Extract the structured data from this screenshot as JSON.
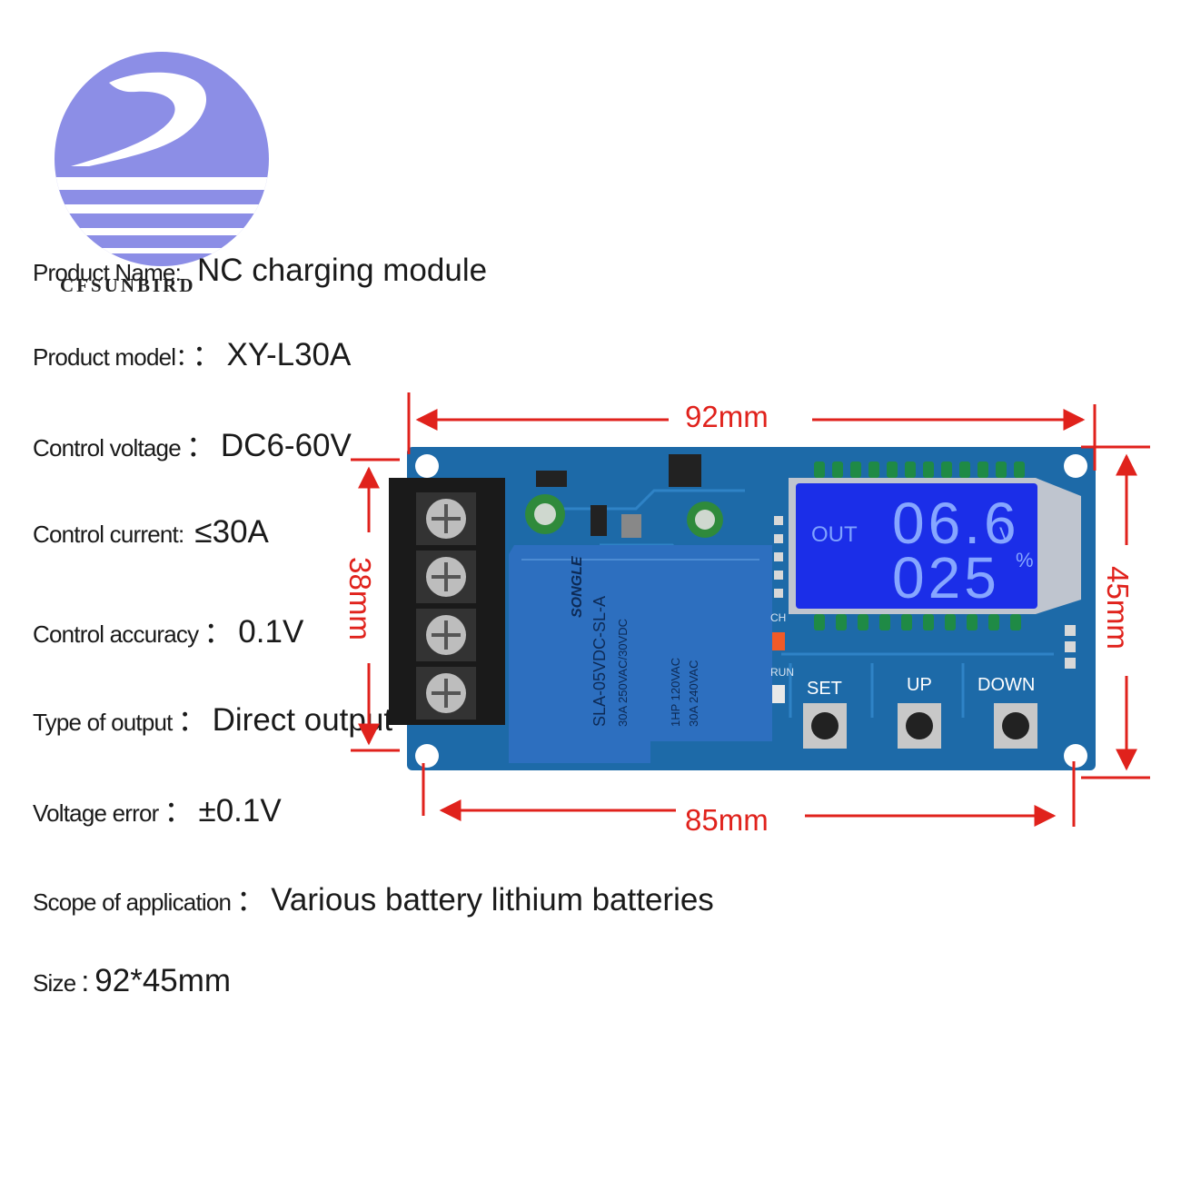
{
  "brand": {
    "name": "CFSUNBIRD"
  },
  "specs": [
    {
      "label": "Product Name:",
      "sep": "",
      "value": "NC charging module"
    },
    {
      "label": "Product model：",
      "sep": "：",
      "value": "XY-L30A"
    },
    {
      "label": "Control voltage",
      "sep": "：",
      "value": "DC6-60V"
    },
    {
      "label": "Control current:",
      "sep": "",
      "value": "≤30A"
    },
    {
      "label": "Control accuracy",
      "sep": "：",
      "value": "0.1V"
    },
    {
      "label": "Type of output",
      "sep": "：",
      "value": "Direct output"
    },
    {
      "label": "Voltage error",
      "sep": "：",
      "value": "±0.1V"
    },
    {
      "label": "Scope of application",
      "sep": "：",
      "value": "Various battery lithium batteries"
    },
    {
      "label": "Size",
      "sep": ":",
      "value": "92*45mm"
    }
  ],
  "dimensions": {
    "top": "92mm",
    "bottom": "85mm",
    "left": "38mm",
    "right": "45mm"
  },
  "board": {
    "lcd_out": "OUT",
    "lcd_voltage": "06.6",
    "lcd_voltage_unit": "V",
    "lcd_percent": "025",
    "lcd_percent_unit": "%",
    "relay_brand": "SONGLE",
    "relay_model": "SLA-05VDC-SL-A",
    "relay_spec_1": "30A  250VAC/30VDC",
    "relay_spec_2": "1HP 120VAC",
    "relay_spec_3": "30A 240VAC",
    "led_ch": "CH",
    "led_run": "RUN",
    "btn_set": "SET",
    "btn_up": "UP",
    "btn_down": "DOWN"
  },
  "colors": {
    "logo": "#8c8ee6",
    "pcb": "#1d6aa8",
    "relay": "#2d6fbf",
    "lcd": "#1b2ee8",
    "dimension": "#e0221c"
  }
}
